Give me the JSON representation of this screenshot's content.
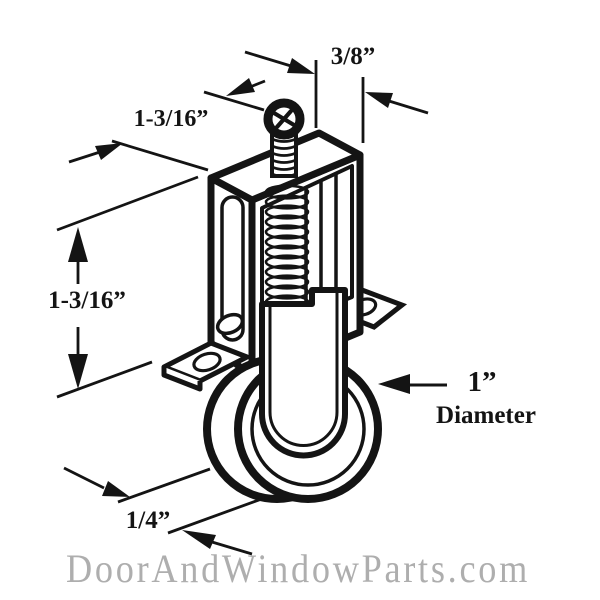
{
  "diagram": {
    "labels": {
      "top_width": "3/8”",
      "top_depth": "1-3/16”",
      "side_height": "1-3/16”",
      "wheel_thickness": "1/4”",
      "diameter_value": "1”",
      "diameter_word": "Diameter"
    },
    "watermark": "DoorAndWindowParts.com",
    "colors": {
      "line": "#141414",
      "watermark": "#aeaeae",
      "background": "#ffffff"
    }
  }
}
